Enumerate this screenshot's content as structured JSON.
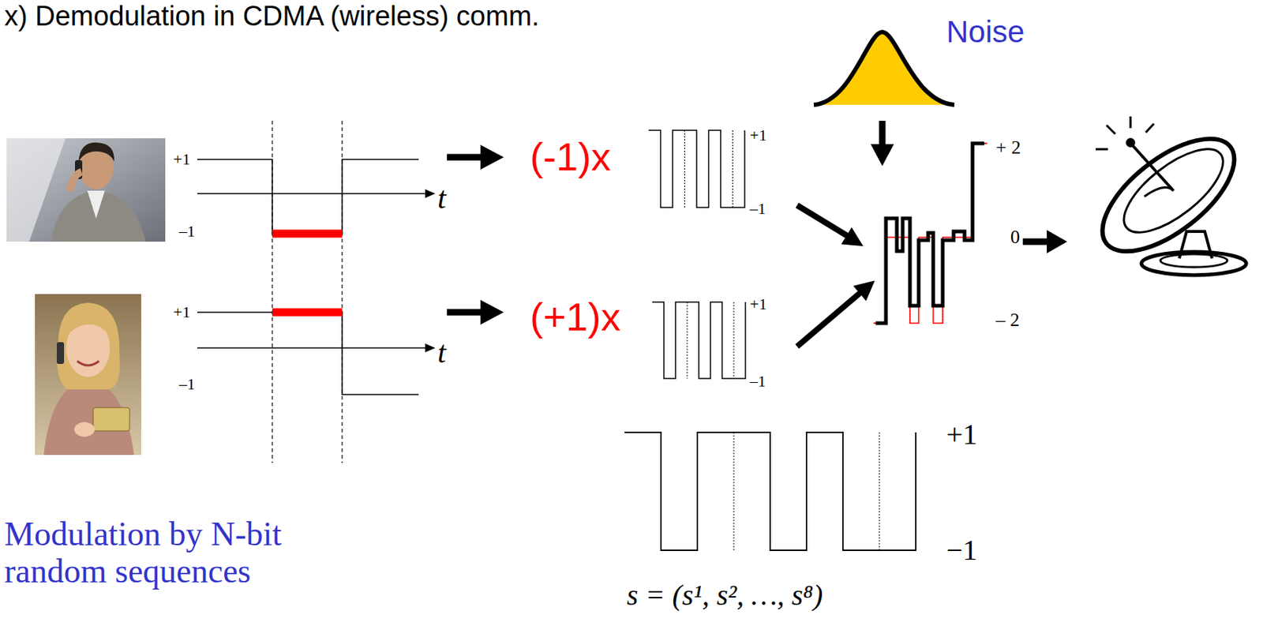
{
  "diagram": {
    "title": "x) Demodulation in CDMA (wireless) comm.",
    "labels": [
      "+1",
      "–1",
      "t",
      "+1",
      "–1",
      "t",
      "(-1)x",
      "+1",
      "–1",
      "(+1)x",
      "+1",
      "–1",
      "Noise",
      "+ 2",
      "0",
      "– 2",
      "+1",
      "−1",
      "s = (s¹, s², …, s⁸)",
      "Modulation by N-bit random sequences"
    ]
  }
}
